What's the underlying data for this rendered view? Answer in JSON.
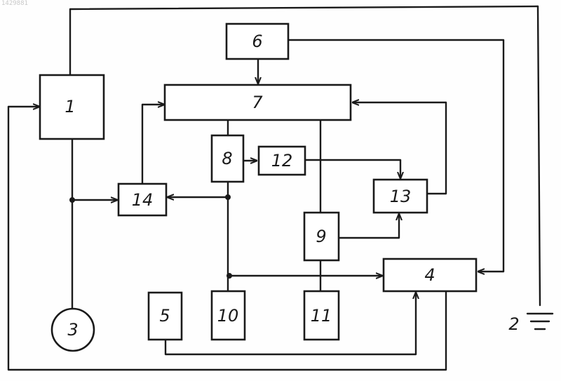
{
  "watermark": "1429881",
  "ground_label": "2",
  "blocks": {
    "b1": "1",
    "b3": "3",
    "b4": "4",
    "b5": "5",
    "b6": "6",
    "b7": "7",
    "b8": "8",
    "b9": "9",
    "b10": "10",
    "b11": "11",
    "b12": "12",
    "b13": "13",
    "b14": "14"
  }
}
